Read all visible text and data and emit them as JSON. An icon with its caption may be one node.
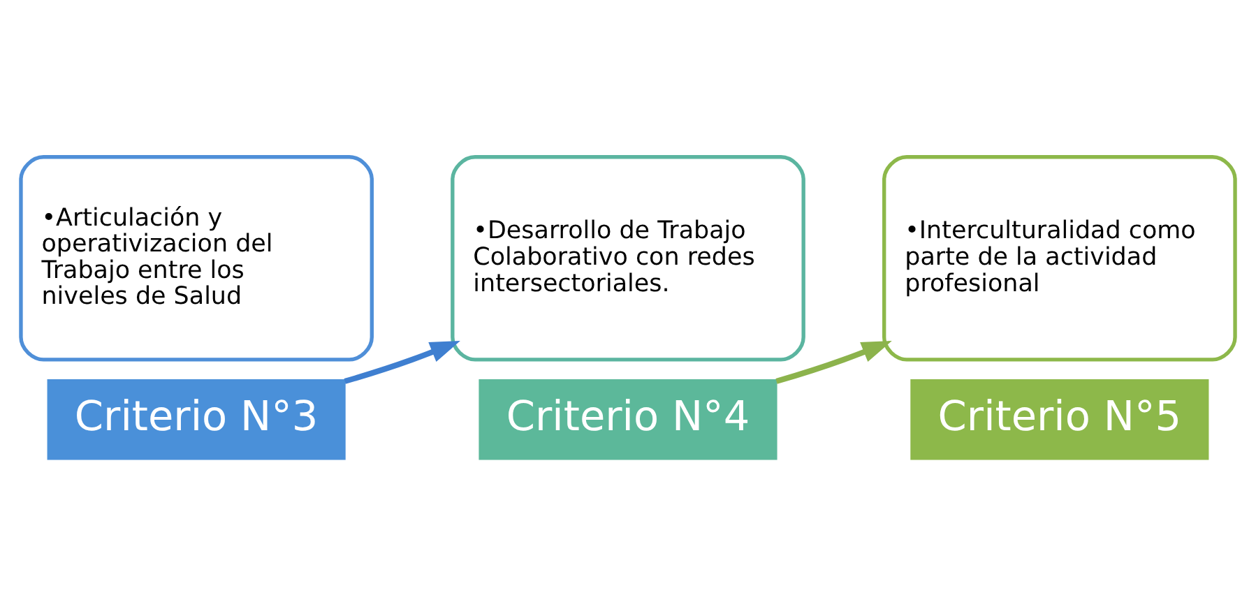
{
  "diagram": {
    "nodes": [
      {
        "text": [
          "•Articulación y operativizacion del Trabajo entre los niveles de Salud"
        ]
      },
      {
        "text": [
          "Criterio N°3"
        ]
      },
      {
        "text": [
          "•Desarrollo de Trabajo Colaborativo con redes intersectoriales."
        ]
      },
      {
        "text": [
          "Criterio N°4"
        ]
      },
      {
        "text": [
          "•Interculturalidad como parte de la actividad profesional"
        ]
      },
      {
        "text": [
          "Criterio N°5"
        ]
      }
    ],
    "edges": [
      {
        "from": 1,
        "to": 2,
        "arrow": "to",
        "color": "#3f7fd0"
      },
      {
        "from": 3,
        "to": 4,
        "arrow": "to",
        "color": "#8cb34c"
      }
    ]
  }
}
